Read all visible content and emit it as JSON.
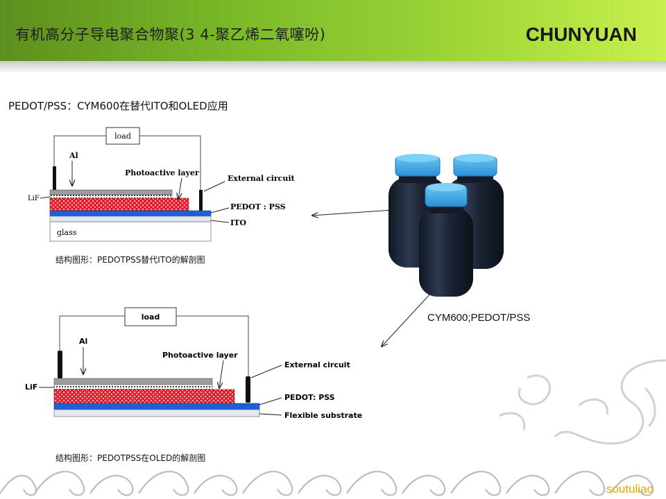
{
  "header": {
    "title": "有机高分子导电聚合物聚(3 4-聚乙烯二氧噻吩)",
    "brand": "CHUNYUAN"
  },
  "subtitle": "PEDOT/PSS：CYM600在替代ITO和OLED应用",
  "diagram1": {
    "load": "load",
    "al": "Al",
    "lif": "LiF",
    "photoactive": "Photoactive layer",
    "external": "External circuit",
    "pedot": "PEDOT : PSS",
    "ito": "ITO",
    "glass": "glass",
    "caption": "结构图形：PEDOTPSS替代ITO的解剖图"
  },
  "diagram2": {
    "load": "load",
    "al": "Al",
    "lif": "LiF",
    "photoactive": "Photoactive layer",
    "external": "External circuit",
    "pedot": "PEDOT: PSS",
    "flexible": "Flexible substrate",
    "caption": "结构图形：PEDOTPSS在OLED的解剖图"
  },
  "product": {
    "label": "CYM600;PEDOT/PSS"
  },
  "watermark": "soutuliao",
  "colors": {
    "header_green": "#7ab928",
    "pedot_red": "#e0202e",
    "ito_blue": "#1f5fd6",
    "bottle_cap": "#3aa6e6",
    "bottle_body": "#1c2433",
    "watermark": "#f0a500"
  }
}
